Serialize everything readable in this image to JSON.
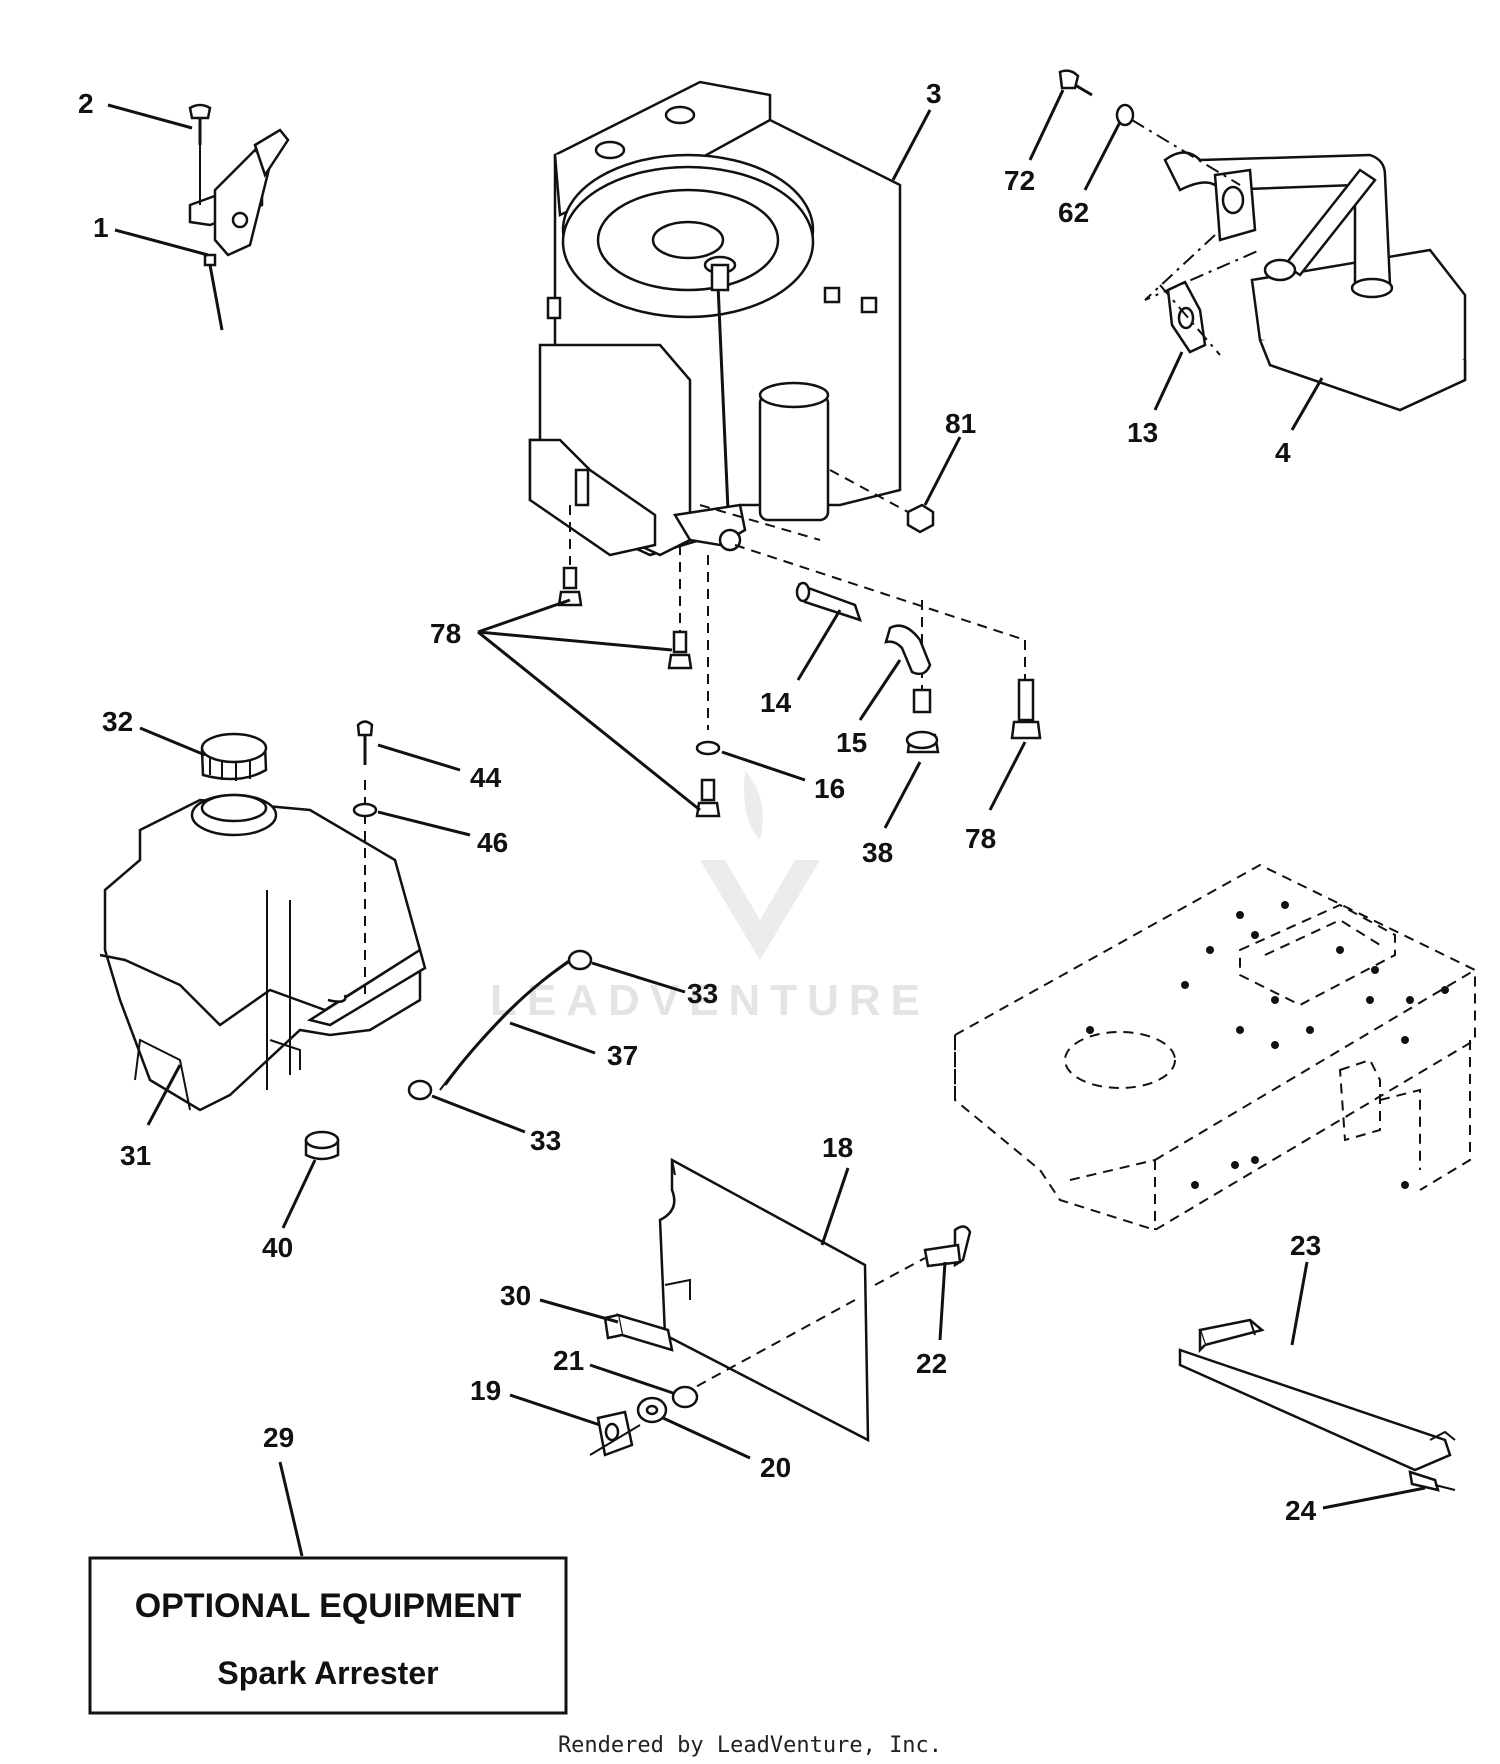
{
  "callouts": {
    "c1": "1",
    "c2": "2",
    "c3": "3",
    "c4": "4",
    "c13": "13",
    "c14": "14",
    "c15": "15",
    "c16": "16",
    "c18": "18",
    "c19": "19",
    "c20": "20",
    "c21": "21",
    "c22": "22",
    "c23": "23",
    "c24": "24",
    "c29": "29",
    "c30": "30",
    "c31": "31",
    "c32": "32",
    "c33a": "33",
    "c33b": "33",
    "c37": "37",
    "c38": "38",
    "c40": "40",
    "c44": "44",
    "c46": "46",
    "c62": "62",
    "c72": "72",
    "c78a": "78",
    "c78b": "78",
    "c81": "81"
  },
  "optional_box": {
    "title": "OPTIONAL EQUIPMENT",
    "subtitle": "Spark Arrester"
  },
  "watermark": "LEADVENTURE",
  "footer": "Rendered by LeadVenture, Inc."
}
